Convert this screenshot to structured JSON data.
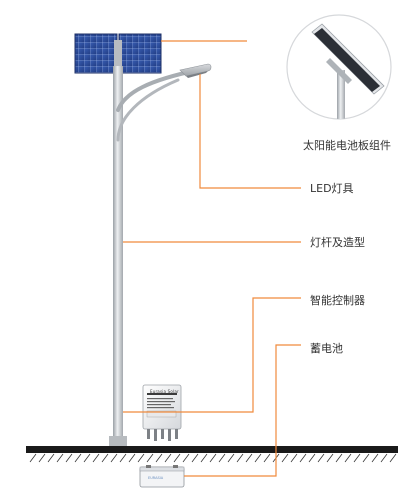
{
  "labels": {
    "solar_panel": "太阳能电池板组件",
    "led_lamp": "LED灯具",
    "pole": "灯杆及造型",
    "controller": "智能控制器",
    "battery": "蓄电池"
  },
  "controller_brand": "Eurasia Solar",
  "battery_brand": "EURASIA",
  "colors": {
    "leader_line": "#f08a3c",
    "ground": "#1a1a1a",
    "panel_cells": "#2d4e9e",
    "panel_grid": "#a9b9e0",
    "pole": "#c9ccd0"
  }
}
